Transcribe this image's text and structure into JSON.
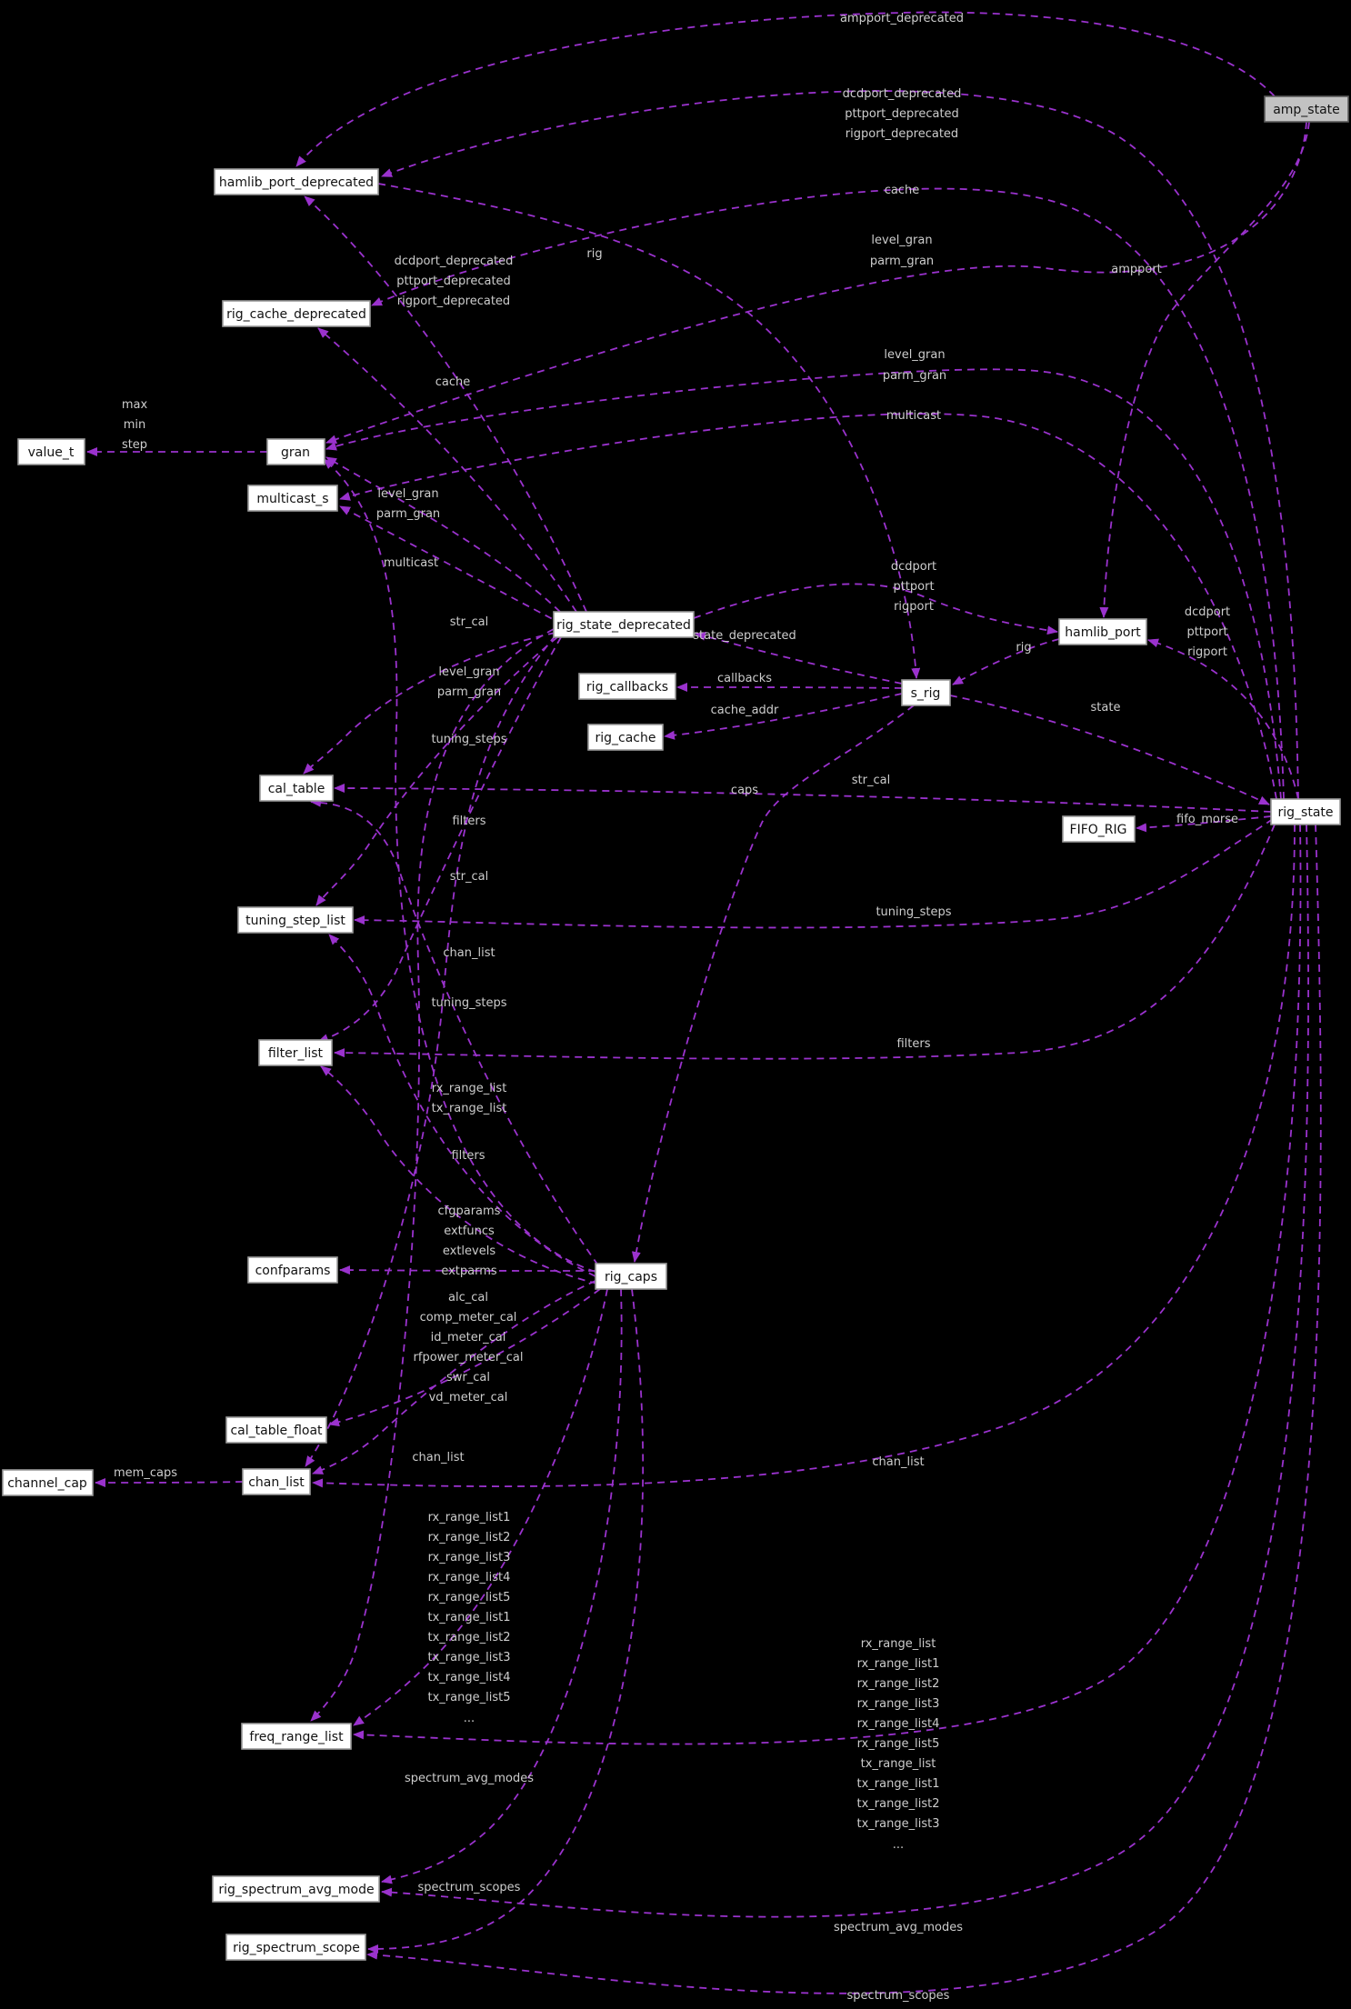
{
  "diagram": {
    "type": "doxygen-collaboration-graph",
    "background_color": "#000000",
    "edge_color": "#9a32cd",
    "edge_label_color": "#cdcdcd",
    "node_fill": "#ffffff",
    "node_border": "#9a9a9a",
    "highlight_node_fill": "#c2c2c2",
    "nodes": [
      {
        "label": "amp_state",
        "highlight": true
      },
      {
        "label": "hamlib_port_deprecated"
      },
      {
        "label": "rig_cache_deprecated"
      },
      {
        "label": "value_t"
      },
      {
        "label": "gran"
      },
      {
        "label": "multicast_s"
      },
      {
        "label": "rig_state_deprecated"
      },
      {
        "label": "rig_callbacks"
      },
      {
        "label": "rig_cache"
      },
      {
        "label": "hamlib_port"
      },
      {
        "label": "s_rig"
      },
      {
        "label": "cal_table"
      },
      {
        "label": "FIFO_RIG"
      },
      {
        "label": "rig_state"
      },
      {
        "label": "tuning_step_list"
      },
      {
        "label": "filter_list"
      },
      {
        "label": "confparams"
      },
      {
        "label": "rig_caps"
      },
      {
        "label": "cal_table_float"
      },
      {
        "label": "channel_cap"
      },
      {
        "label": "chan_list"
      },
      {
        "label": "freq_range_list"
      },
      {
        "label": "rig_spectrum_avg_mode"
      },
      {
        "label": "rig_spectrum_scope"
      }
    ],
    "labels": [
      {
        "t": "ampport_deprecated"
      },
      {
        "t": "dcdport_deprecated"
      },
      {
        "t": "pttport_deprecated"
      },
      {
        "t": "rigport_deprecated"
      },
      {
        "t": "cache"
      },
      {
        "t": "rig"
      },
      {
        "t": "level_gran"
      },
      {
        "t": "parm_gran"
      },
      {
        "t": "ampport"
      },
      {
        "t": "dcdport_deprecated"
      },
      {
        "t": "pttport_deprecated"
      },
      {
        "t": "rigport_deprecated"
      },
      {
        "t": "cache"
      },
      {
        "t": "level_gran"
      },
      {
        "t": "parm_gran"
      },
      {
        "t": "multicast"
      },
      {
        "t": "max"
      },
      {
        "t": "min"
      },
      {
        "t": "step"
      },
      {
        "t": "level_gran"
      },
      {
        "t": "parm_gran"
      },
      {
        "t": "multicast"
      },
      {
        "t": "str_cal"
      },
      {
        "t": "level_gran"
      },
      {
        "t": "parm_gran"
      },
      {
        "t": "tuning_steps"
      },
      {
        "t": "filters"
      },
      {
        "t": "str_cal"
      },
      {
        "t": "chan_list"
      },
      {
        "t": "tuning_steps"
      },
      {
        "t": "rx_range_list"
      },
      {
        "t": "tx_range_list"
      },
      {
        "t": "filters"
      },
      {
        "t": "cfgparams"
      },
      {
        "t": "extfuncs"
      },
      {
        "t": "extlevels"
      },
      {
        "t": "extparms"
      },
      {
        "t": "alc_cal"
      },
      {
        "t": "comp_meter_cal"
      },
      {
        "t": "id_meter_cal"
      },
      {
        "t": "rfpower_meter_cal"
      },
      {
        "t": "swr_cal"
      },
      {
        "t": "vd_meter_cal"
      },
      {
        "t": "chan_list"
      },
      {
        "t": "mem_caps"
      },
      {
        "t": "rx_range_list1"
      },
      {
        "t": "rx_range_list2"
      },
      {
        "t": "rx_range_list3"
      },
      {
        "t": "rx_range_list4"
      },
      {
        "t": "rx_range_list5"
      },
      {
        "t": "tx_range_list1"
      },
      {
        "t": "tx_range_list2"
      },
      {
        "t": "tx_range_list3"
      },
      {
        "t": "tx_range_list4"
      },
      {
        "t": "tx_range_list5"
      },
      {
        "t": "..."
      },
      {
        "t": "spectrum_avg_modes"
      },
      {
        "t": "spectrum_scopes"
      },
      {
        "t": "state_deprecated"
      },
      {
        "t": "callbacks"
      },
      {
        "t": "cache_addr"
      },
      {
        "t": "caps"
      },
      {
        "t": "str_cal"
      },
      {
        "t": "dcdport"
      },
      {
        "t": "pttport"
      },
      {
        "t": "rigport"
      },
      {
        "t": "rig"
      },
      {
        "t": "dcdport"
      },
      {
        "t": "pttport"
      },
      {
        "t": "rigport"
      },
      {
        "t": "state"
      },
      {
        "t": "fifo_morse"
      },
      {
        "t": "tuning_steps"
      },
      {
        "t": "filters"
      },
      {
        "t": "chan_list"
      },
      {
        "t": "rx_range_list"
      },
      {
        "t": "rx_range_list1"
      },
      {
        "t": "rx_range_list2"
      },
      {
        "t": "rx_range_list3"
      },
      {
        "t": "rx_range_list4"
      },
      {
        "t": "rx_range_list5"
      },
      {
        "t": "tx_range_list"
      },
      {
        "t": "tx_range_list1"
      },
      {
        "t": "tx_range_list2"
      },
      {
        "t": "tx_range_list3"
      },
      {
        "t": "..."
      },
      {
        "t": "spectrum_avg_modes"
      },
      {
        "t": "spectrum_scopes"
      }
    ]
  }
}
